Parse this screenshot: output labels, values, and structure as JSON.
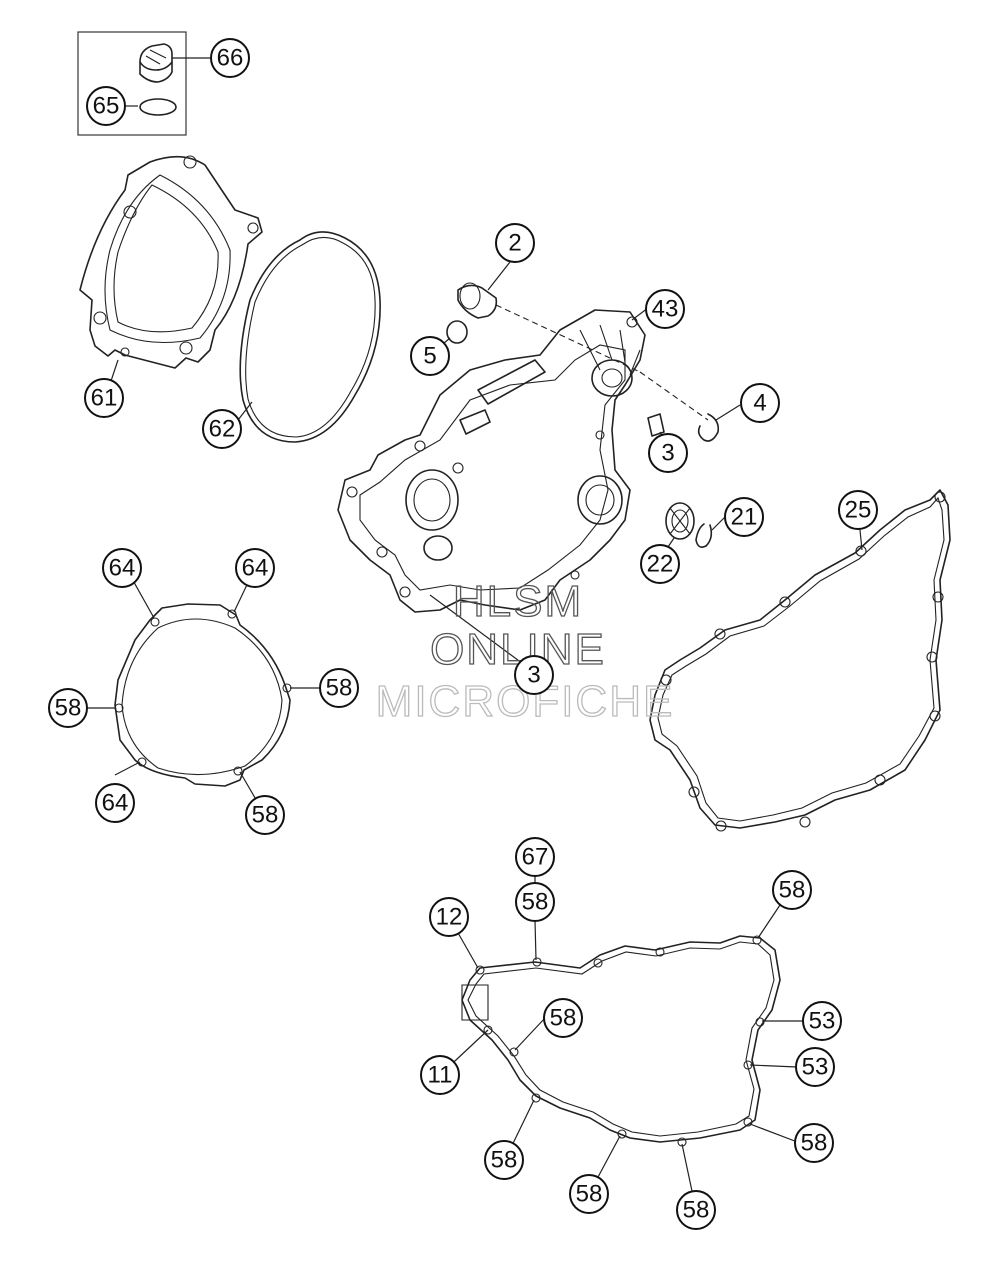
{
  "watermark": {
    "line1": "HLSM",
    "line2": "ONLINE",
    "line3": "MICROFICHE"
  },
  "callouts": [
    {
      "id": "c66",
      "label": "66"
    },
    {
      "id": "c65",
      "label": "65"
    },
    {
      "id": "c61",
      "label": "61"
    },
    {
      "id": "c62",
      "label": "62"
    },
    {
      "id": "c2",
      "label": "2"
    },
    {
      "id": "c5",
      "label": "5"
    },
    {
      "id": "c43",
      "label": "43"
    },
    {
      "id": "c4",
      "label": "4"
    },
    {
      "id": "c3a",
      "label": "3"
    },
    {
      "id": "c21",
      "label": "21"
    },
    {
      "id": "c22",
      "label": "22"
    },
    {
      "id": "c25",
      "label": "25"
    },
    {
      "id": "c3b",
      "label": "3"
    },
    {
      "id": "c64a",
      "label": "64"
    },
    {
      "id": "c64b",
      "label": "64"
    },
    {
      "id": "c58a",
      "label": "58"
    },
    {
      "id": "c58b",
      "label": "58"
    },
    {
      "id": "c64c",
      "label": "64"
    },
    {
      "id": "c58c",
      "label": "58"
    },
    {
      "id": "c67",
      "label": "67"
    },
    {
      "id": "c58d",
      "label": "58"
    },
    {
      "id": "c12",
      "label": "12"
    },
    {
      "id": "c58e",
      "label": "58"
    },
    {
      "id": "c58f",
      "label": "58"
    },
    {
      "id": "c53a",
      "label": "53"
    },
    {
      "id": "c53b",
      "label": "53"
    },
    {
      "id": "c11",
      "label": "11"
    },
    {
      "id": "c58g",
      "label": "58"
    },
    {
      "id": "c58h",
      "label": "58"
    },
    {
      "id": "c58i",
      "label": "58"
    },
    {
      "id": "c58j",
      "label": "58"
    }
  ]
}
